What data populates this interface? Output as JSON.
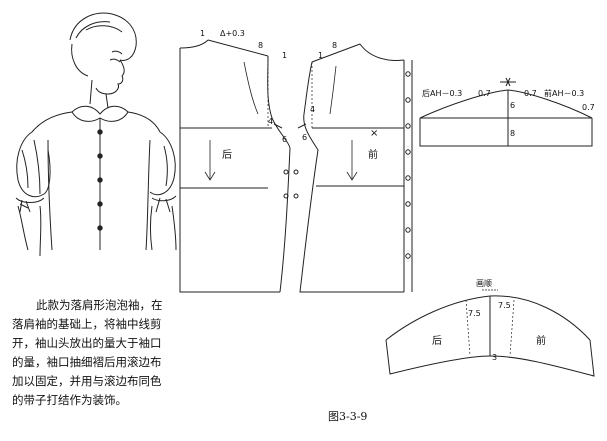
{
  "description": {
    "lines": [
      "此款为落肩形泡泡袖，在",
      "落肩袖的基础上，将袖中线剪",
      "开，袖山头放出的量大于袖口",
      "的量，袖口抽细褶后用滚边布",
      "加以固定，并用与滚边布同色",
      "的带子打结作为装饰。"
    ]
  },
  "caption": "图3-3-9",
  "back_bodice": {
    "label": "后",
    "dims": {
      "shoulder_raise": "Δ+0.3",
      "neck_1": "1",
      "shoulder_1": "1",
      "shoulder_8": "8",
      "armhole_4": "4",
      "armhole_6": "6"
    }
  },
  "front_bodice": {
    "label": "前",
    "dims": {
      "neck_1": "1",
      "shoulder_8": "8",
      "armhole_4": "4",
      "armhole_6": "6"
    },
    "mark": "×"
  },
  "sleeve_draft": {
    "back_ah": "后AH－0.3",
    "front_ah": "前AH－0.3",
    "left_07": "0.7",
    "right_07": "0.7",
    "far_right_07": "0.7",
    "cap_height": "6",
    "cap_height_lower": "8"
  },
  "puff_sleeve": {
    "top_label": "画顺",
    "back": "后",
    "front": "前",
    "left_75": "7.5",
    "right_75": "7.5",
    "bottom_3": "3"
  }
}
